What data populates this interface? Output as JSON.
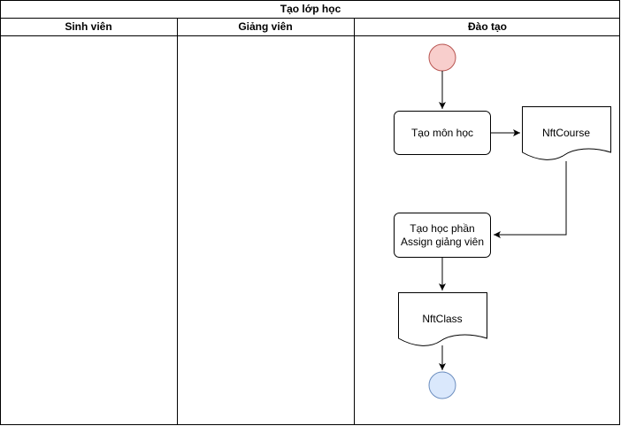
{
  "diagram": {
    "title": "Tạo lớp học",
    "lanes": [
      {
        "label": "Sinh viên"
      },
      {
        "label": "Giảng viên"
      },
      {
        "label": "Đào tạo"
      }
    ],
    "nodes": {
      "create_subject": {
        "label": "Tạo môn học"
      },
      "nft_course": {
        "label": "NftCourse"
      },
      "create_section_line1": {
        "label": "Tạo học phần"
      },
      "create_section_line2": {
        "label": "Assign giảng viên"
      },
      "nft_class": {
        "label": "NftClass"
      }
    },
    "colors": {
      "start_fill": "#f8cecc",
      "start_stroke": "#b85450",
      "end_fill": "#dae8fc",
      "end_stroke": "#6c8ebf"
    }
  }
}
